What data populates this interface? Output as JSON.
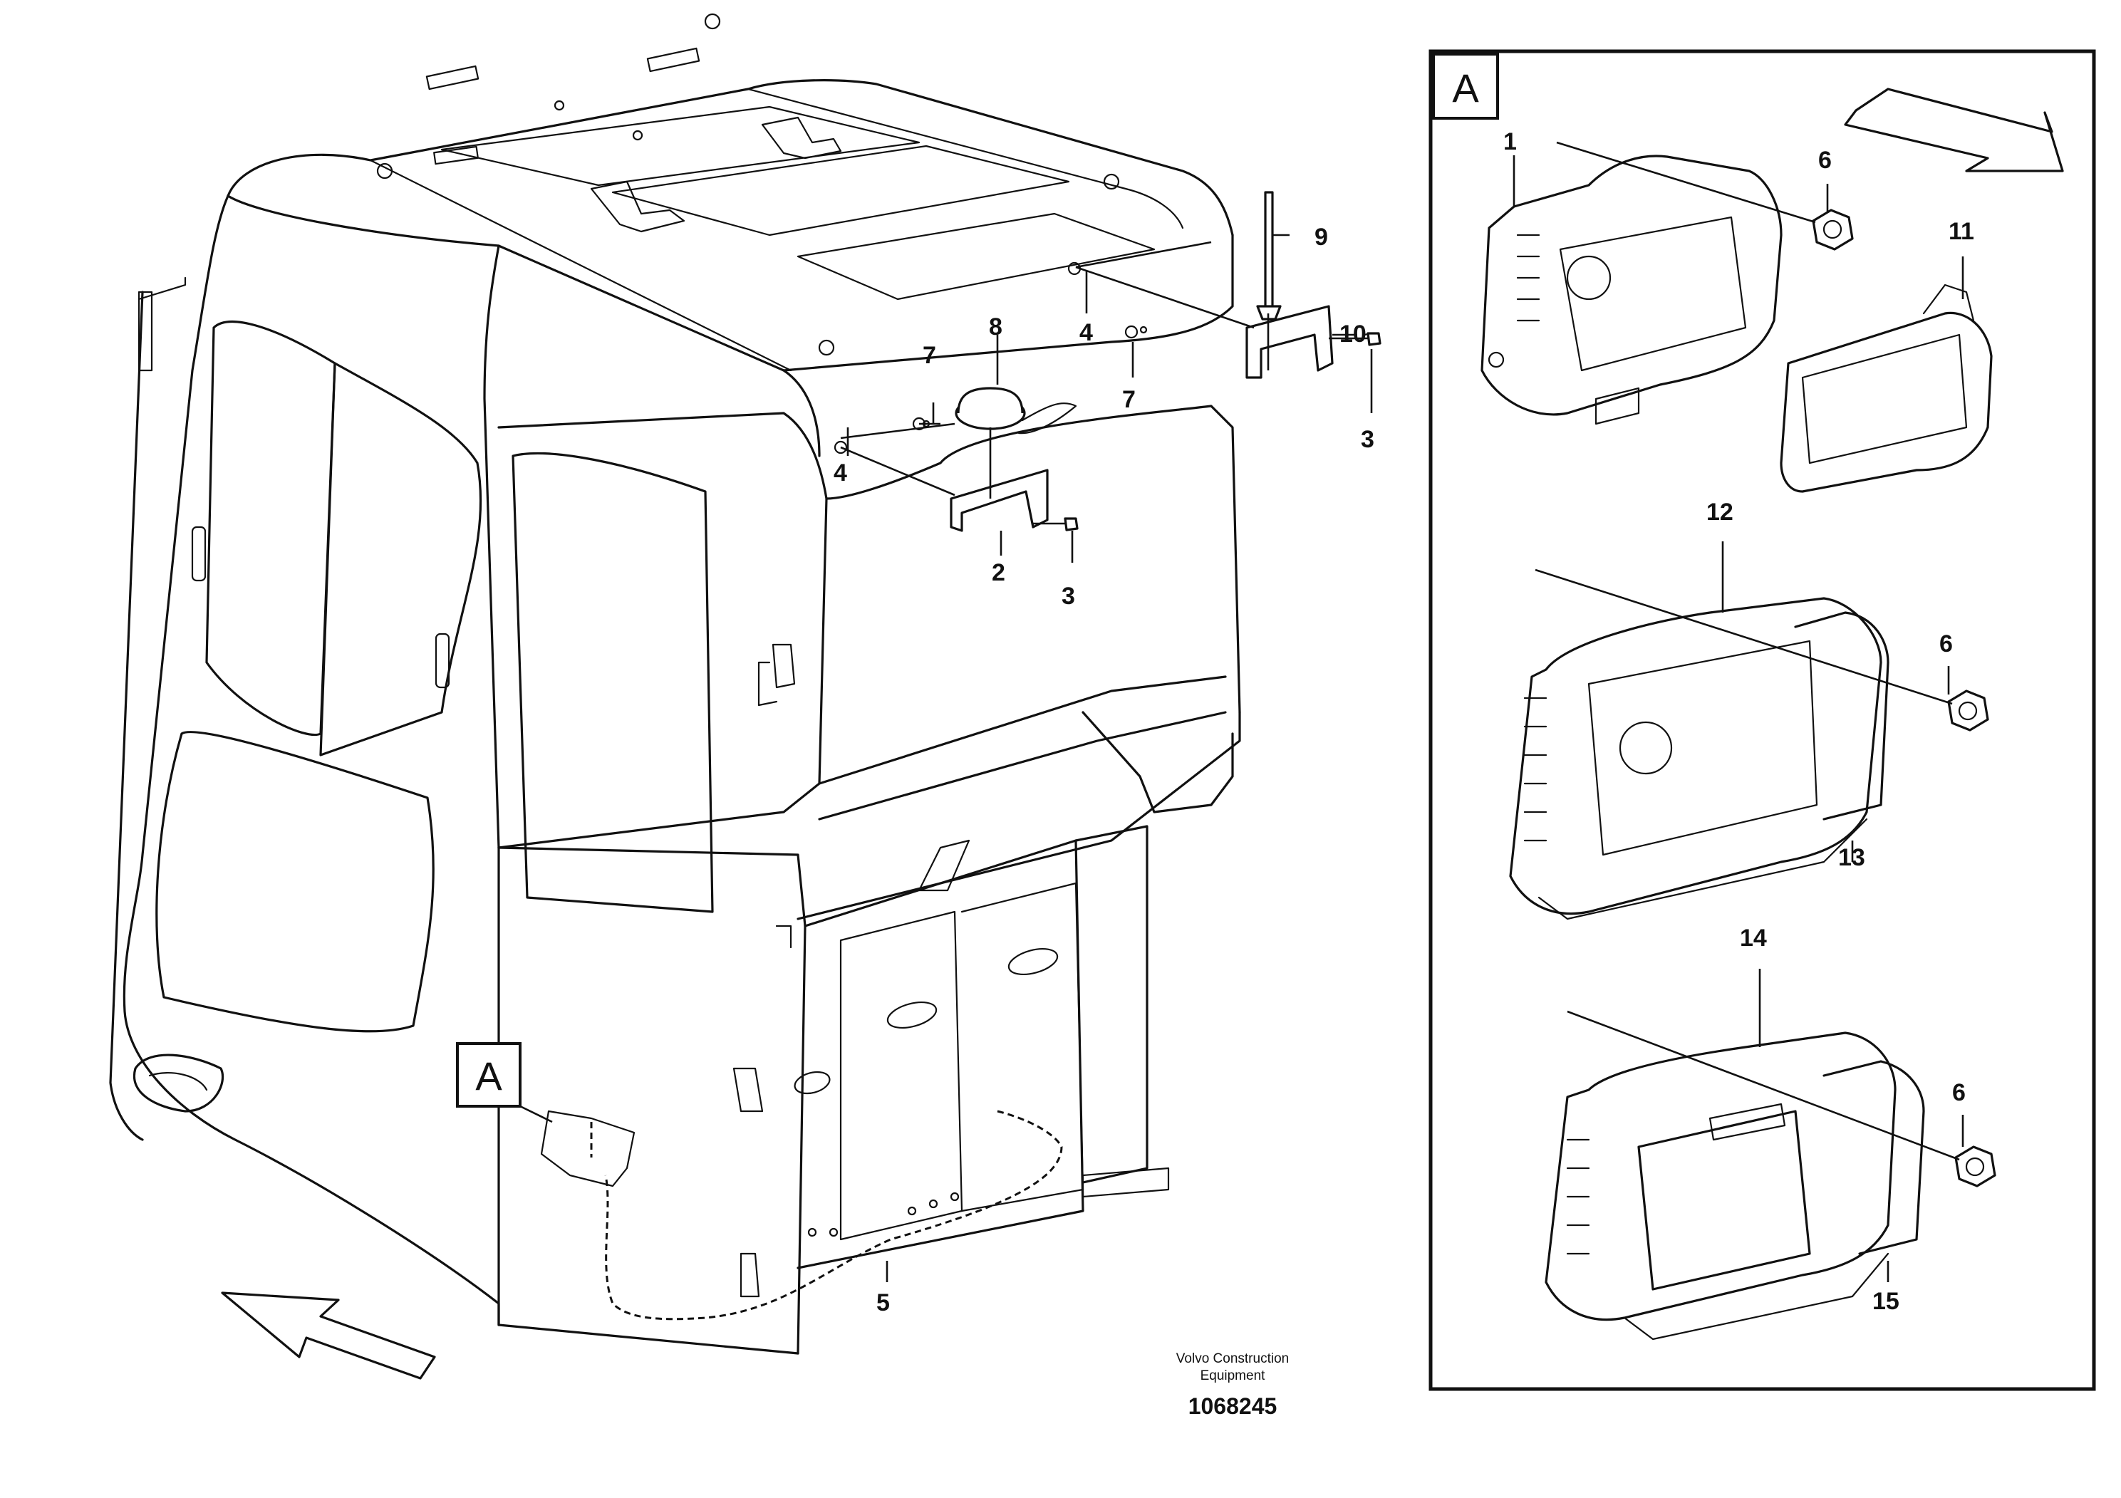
{
  "callouts": {
    "c1": "1",
    "c2": "2",
    "c3a": "3",
    "c3b": "3",
    "c4a": "4",
    "c4b": "4",
    "c5": "5",
    "c6a": "6",
    "c6b": "6",
    "c6c": "6",
    "c7a": "7",
    "c7b": "7",
    "c8": "8",
    "c9": "9",
    "c10": "10",
    "c11": "11",
    "c12": "12",
    "c13": "13",
    "c14": "14",
    "c15": "15"
  },
  "detail": {
    "label": "A",
    "marker_label": "A"
  },
  "caption": {
    "line1": "Volvo Construction",
    "line2": "Equipment",
    "doc_number": "1068245"
  }
}
